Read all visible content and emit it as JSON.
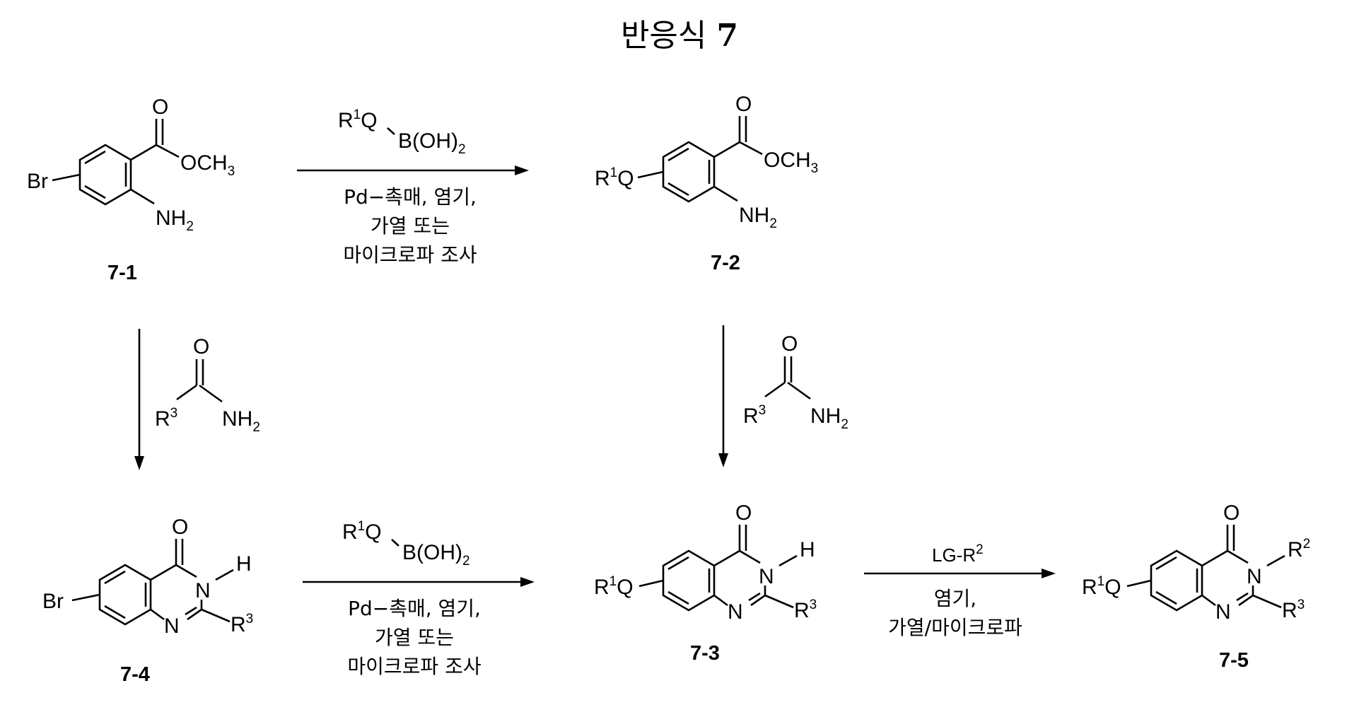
{
  "title": {
    "text": "반응식",
    "number": "7"
  },
  "compounds": {
    "c71": "7-1",
    "c72": "7-2",
    "c73": "7-3",
    "c74": "7-4",
    "c75": "7-5"
  },
  "labels": {
    "br": "Br",
    "r": "R",
    "q": "Q",
    "o": "O",
    "och3": "OCH",
    "three": "3",
    "nh2": "NH",
    "two": "2",
    "n": "N",
    "h": "H",
    "one": "1",
    "boh2": "B(OH)",
    "lg": "LG-R",
    "nh": "NH"
  },
  "conditions": {
    "suzuki": [
      "Pd−촉매, 염기,",
      "가열 또는",
      "마이크로파 조사"
    ],
    "alkylation": [
      "염기,",
      "가열/마이크로파"
    ]
  }
}
